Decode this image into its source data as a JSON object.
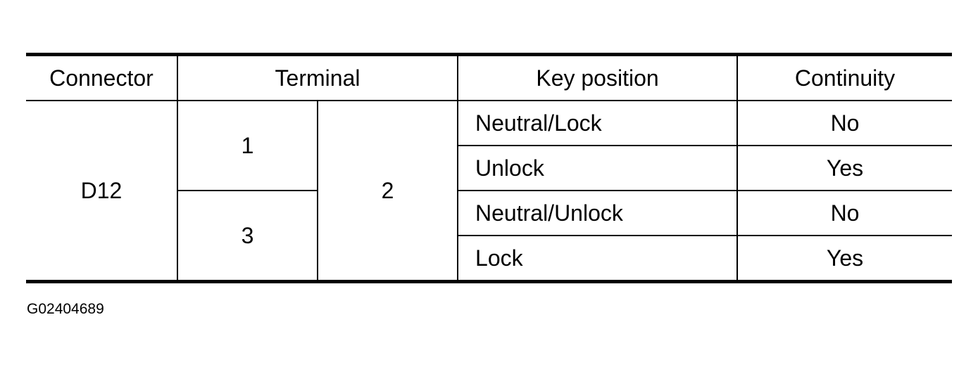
{
  "table": {
    "headers": {
      "connector": "Connector",
      "terminal": "Terminal",
      "key_position": "Key position",
      "continuity": "Continuity"
    },
    "connector": "D12",
    "terminal_a": [
      "1",
      "3"
    ],
    "terminal_b": "2",
    "rows": [
      {
        "key_position": "Neutral/Lock",
        "continuity": "No"
      },
      {
        "key_position": "Unlock",
        "continuity": "Yes"
      },
      {
        "key_position": "Neutral/Unlock",
        "continuity": "No"
      },
      {
        "key_position": "Lock",
        "continuity": "Yes"
      }
    ]
  },
  "figure_id": "G02404689"
}
